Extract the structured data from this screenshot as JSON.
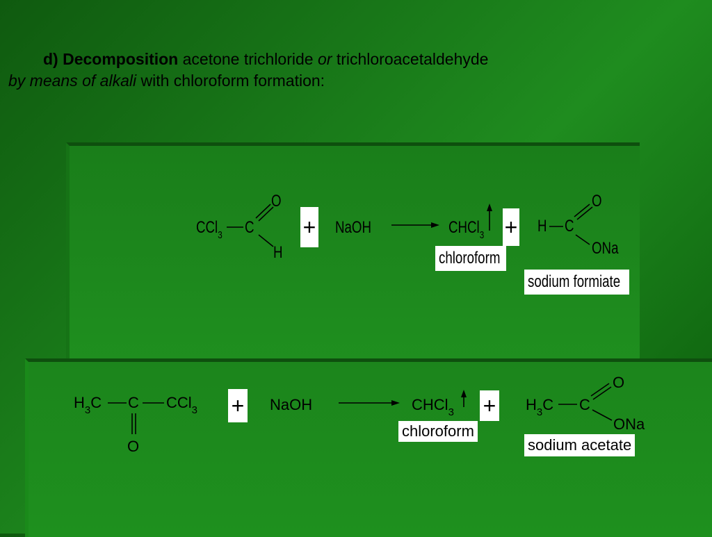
{
  "heading": {
    "label": "d)",
    "bold": "Decomposition",
    "text1": "acetone trichloride",
    "or": "or",
    "text2": "trichloroacetaldehyde",
    "italic2": "by means of alkali",
    "text3": "with chloroform formation:"
  },
  "reaction1": {
    "reactant_ccl": "CCl",
    "reactant_sub": "3",
    "carbon": "C",
    "oxygen": "O",
    "hydrogen": "H",
    "plus": "+",
    "reagent": "NaOH",
    "product1": "CHCl",
    "product1_sub": "3",
    "plus2": "+",
    "product2_h": "H",
    "product2_c": "C",
    "product2_o": "O",
    "product2_ona": "ONa",
    "label1": "chloroform",
    "label2": "sodium formiate"
  },
  "reaction2": {
    "reactant_h": "H",
    "reactant_h_sub": "3",
    "reactant_c1": "C",
    "reactant_c2": "C",
    "reactant_ccl": "CCl",
    "reactant_ccl_sub": "3",
    "oxygen": "O",
    "plus": "+",
    "reagent": "NaOH",
    "product1": "CHCl",
    "product1_sub": "3",
    "plus2": "+",
    "product2_h": "H",
    "product2_h_sub": "3",
    "product2_c1": "C",
    "product2_c2": "C",
    "product2_o": "O",
    "product2_ona": "ONa",
    "label1": "chloroform",
    "label2": "sodium acetate"
  }
}
